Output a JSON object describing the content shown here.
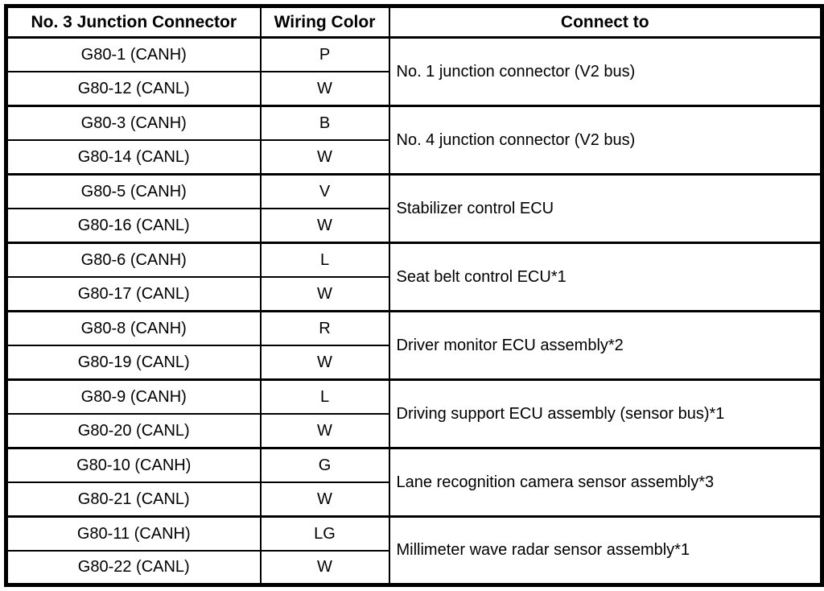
{
  "table": {
    "headers": [
      "No. 3 Junction Connector",
      "Wiring Color",
      "Connect to"
    ],
    "groups": [
      {
        "rows": [
          {
            "pin": "G80-1 (CANH)",
            "color": "P"
          },
          {
            "pin": "G80-12 (CANL)",
            "color": "W"
          }
        ],
        "connect_to": "No. 1 junction connector (V2 bus)"
      },
      {
        "rows": [
          {
            "pin": "G80-3 (CANH)",
            "color": "B"
          },
          {
            "pin": "G80-14 (CANL)",
            "color": "W"
          }
        ],
        "connect_to": "No. 4 junction connector (V2 bus)"
      },
      {
        "rows": [
          {
            "pin": "G80-5 (CANH)",
            "color": "V"
          },
          {
            "pin": "G80-16 (CANL)",
            "color": "W"
          }
        ],
        "connect_to": "Stabilizer control ECU"
      },
      {
        "rows": [
          {
            "pin": "G80-6 (CANH)",
            "color": "L"
          },
          {
            "pin": "G80-17 (CANL)",
            "color": "W"
          }
        ],
        "connect_to": "Seat belt control ECU*1"
      },
      {
        "rows": [
          {
            "pin": "G80-8 (CANH)",
            "color": "R"
          },
          {
            "pin": "G80-19 (CANL)",
            "color": "W"
          }
        ],
        "connect_to": "Driver monitor ECU assembly*2"
      },
      {
        "rows": [
          {
            "pin": "G80-9 (CANH)",
            "color": "L"
          },
          {
            "pin": "G80-20 (CANL)",
            "color": "W"
          }
        ],
        "connect_to": "Driving support ECU assembly (sensor bus)*1"
      },
      {
        "rows": [
          {
            "pin": "G80-10 (CANH)",
            "color": "G"
          },
          {
            "pin": "G80-21 (CANL)",
            "color": "W"
          }
        ],
        "connect_to": "Lane recognition camera sensor assembly*3"
      },
      {
        "rows": [
          {
            "pin": "G80-11 (CANH)",
            "color": "LG"
          },
          {
            "pin": "G80-22 (CANL)",
            "color": "W"
          }
        ],
        "connect_to": "Millimeter wave radar sensor assembly*1"
      }
    ]
  },
  "colors": {
    "border": "#000000",
    "text": "#000000",
    "background": "#ffffff"
  }
}
